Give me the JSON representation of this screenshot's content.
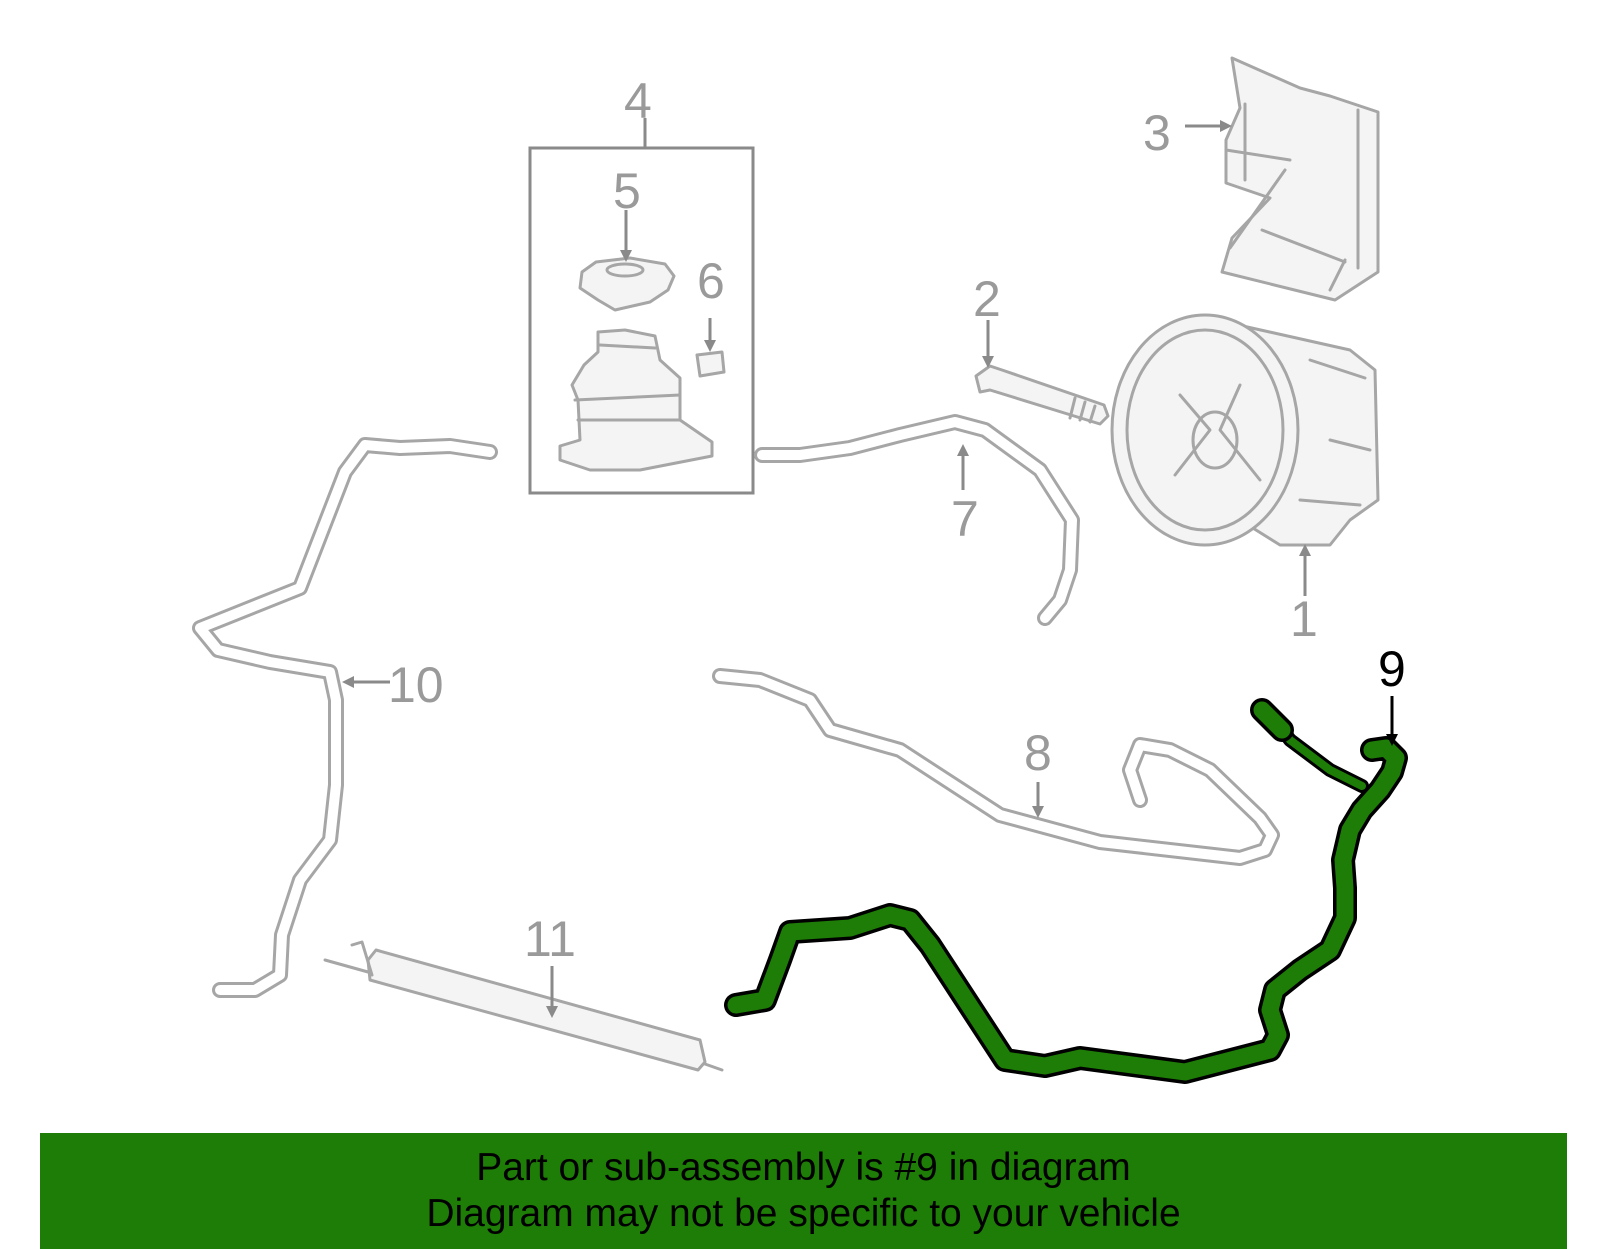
{
  "diagram": {
    "highlight_color": "#1e7d06",
    "part_color": "#a6a6a6",
    "callouts": [
      {
        "id": "1",
        "label": "1"
      },
      {
        "id": "2",
        "label": "2"
      },
      {
        "id": "3",
        "label": "3"
      },
      {
        "id": "4",
        "label": "4"
      },
      {
        "id": "5",
        "label": "5"
      },
      {
        "id": "6",
        "label": "6"
      },
      {
        "id": "7",
        "label": "7"
      },
      {
        "id": "8",
        "label": "8"
      },
      {
        "id": "9",
        "label": "9",
        "highlighted": true
      },
      {
        "id": "10",
        "label": "10"
      },
      {
        "id": "11",
        "label": "11"
      }
    ]
  },
  "banner": {
    "line1": "Part or sub-assembly is #9 in diagram",
    "line2": "Diagram may not be specific to your vehicle",
    "background": "#1e7d06"
  }
}
